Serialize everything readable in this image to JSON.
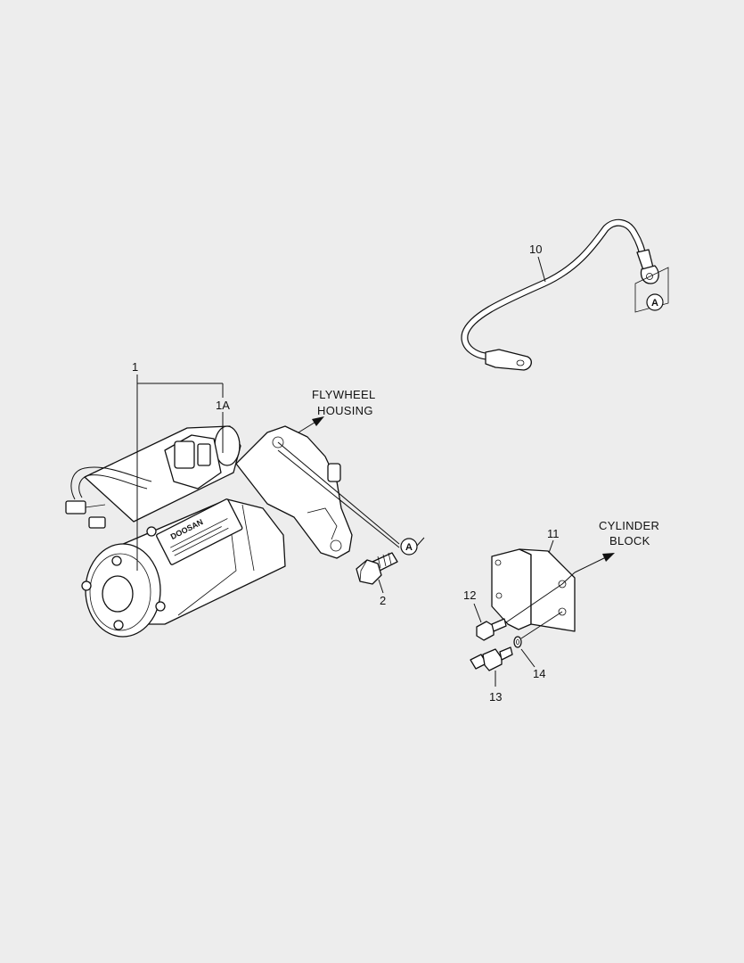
{
  "callouts": {
    "c1": "1",
    "c1a": "1A",
    "c2": "2",
    "c10": "10",
    "c11": "11",
    "c12": "12",
    "c13": "13",
    "c14": "14"
  },
  "destinations": {
    "flywheel_line1": "FLYWHEEL",
    "flywheel_line2": "HOUSING",
    "cylinder_line1": "CYLINDER",
    "cylinder_line2": "BLOCK"
  },
  "references": {
    "ref_a_starter": "A",
    "ref_a_cable": "A"
  },
  "nameplate": {
    "brand": "DOOSAN"
  },
  "colors": {
    "background": "#ededed",
    "ink": "#111111",
    "part_fill": "#ffffff"
  }
}
